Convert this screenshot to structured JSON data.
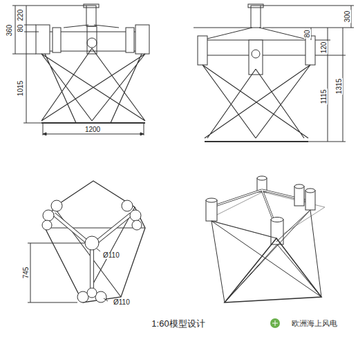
{
  "diagram": {
    "caption": "1:60模型设计",
    "labels": [
      "220",
      "360",
      "80",
      "1015",
      "1200",
      "300",
      "80",
      "120",
      "1115",
      "1315",
      "745",
      "Ø110",
      "Ø110",
      "欧洲海上风电"
    ]
  }
}
